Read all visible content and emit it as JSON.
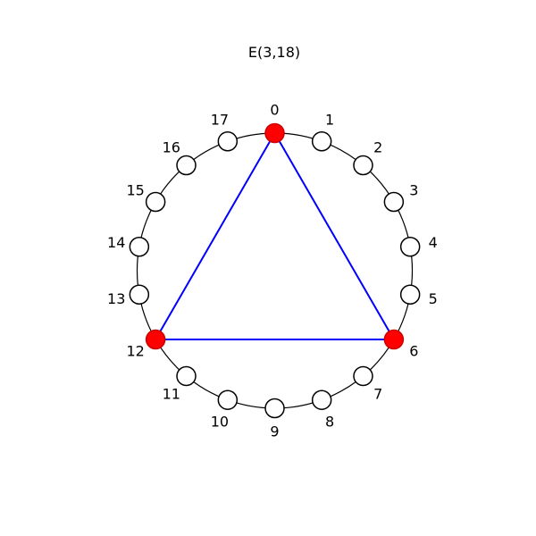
{
  "title": "E(3,18)",
  "ring": {
    "node_count": 18,
    "labels": [
      "0",
      "1",
      "2",
      "3",
      "4",
      "5",
      "6",
      "7",
      "8",
      "9",
      "10",
      "11",
      "12",
      "13",
      "14",
      "15",
      "16",
      "17"
    ],
    "highlighted": [
      0,
      6,
      12
    ]
  },
  "polygon": [
    0,
    6,
    12
  ],
  "colors": {
    "circle": "#000000",
    "node_fill": "#ffffff",
    "node_stroke": "#000000",
    "highlight_fill": "#ff0000",
    "highlight_stroke": "#cc0000",
    "polygon_stroke": "#0000ff"
  }
}
